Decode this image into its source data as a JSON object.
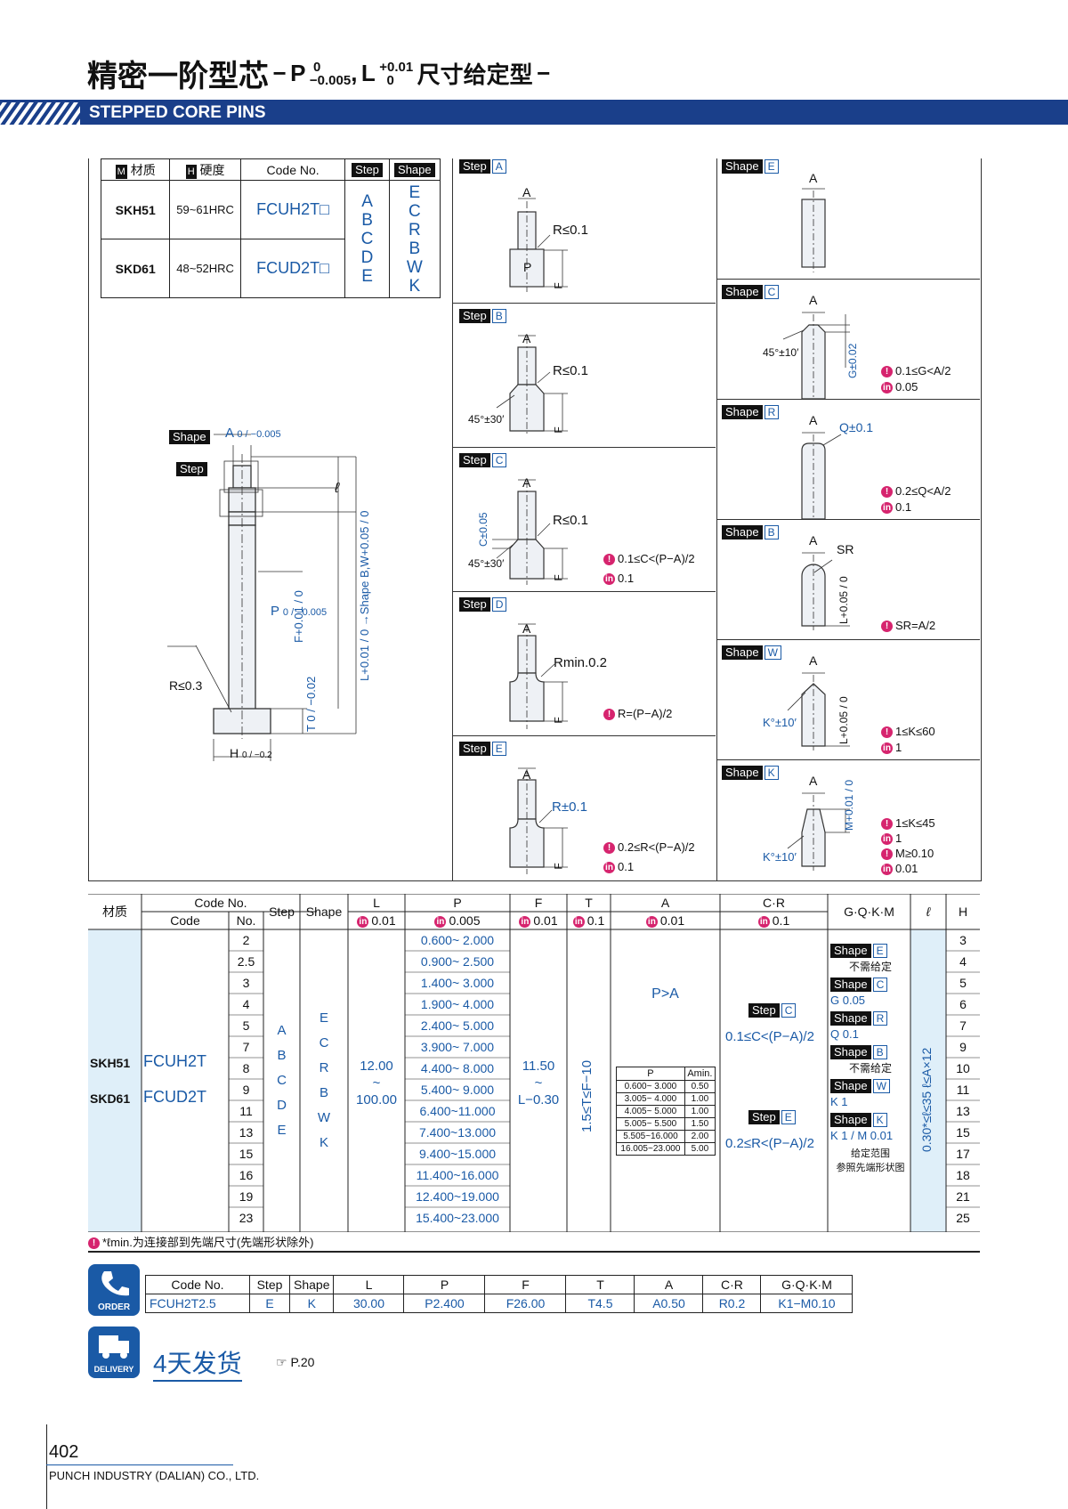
{
  "header": {
    "title_cn": "精密一阶型芯",
    "title_suffix": "尺寸给定型",
    "p_label": "P",
    "p_tol": "0 / −0.005",
    "l_label": "L",
    "l_tol": "+0.01 / 0",
    "subtitle": "STEPPED CORE PINS",
    "accent": "#1a3f8a"
  },
  "material_table": {
    "headers": [
      "材质",
      "硬度",
      "Code No.",
      "Step",
      "Shape"
    ],
    "header_marks": [
      "M",
      "H"
    ],
    "rows": [
      {
        "material": "SKH51",
        "hardness": "59~61HRC",
        "code": "FCUH2T□"
      },
      {
        "material": "SKD61",
        "hardness": "48~52HRC",
        "code": "FCUD2T□"
      }
    ],
    "steps": [
      "A",
      "B",
      "C",
      "D",
      "E"
    ],
    "shapes": [
      "E",
      "C",
      "R",
      "B",
      "W",
      "K"
    ]
  },
  "main_drawing": {
    "shape_tag": "Shape",
    "step_tag": "Step",
    "a_dim": "A",
    "a_tol": "0 / −0.005",
    "l_small": "ℓ",
    "p_dim": "P",
    "p_tol": "0 / −0.005",
    "f_dim": "F+0.01 / 0",
    "l_dim": "L+0.01 / 0 →Shape B,W+0.05 / 0",
    "r_label": "R≤0.3",
    "t_dim": "T 0 / −0.02",
    "h_dim": "H",
    "h_tol": "0 / −0.2"
  },
  "step_panels": [
    {
      "tag": "Step",
      "letter": "A",
      "labels": [
        "A",
        "R≤0.1",
        "P",
        "F"
      ],
      "notes": []
    },
    {
      "tag": "Step",
      "letter": "B",
      "labels": [
        "A",
        "R≤0.1",
        "45°±30′",
        "F"
      ],
      "notes": []
    },
    {
      "tag": "Step",
      "letter": "C",
      "labels": [
        "A",
        "R≤0.1",
        "C±0.05",
        "45°±30′",
        "F"
      ],
      "notes": [
        "0.1≤C<(P−A)/2",
        "0.1"
      ]
    },
    {
      "tag": "Step",
      "letter": "D",
      "labels": [
        "A",
        "Rmin.0.2",
        "F"
      ],
      "notes": [
        "R=(P−A)/2"
      ]
    },
    {
      "tag": "Step",
      "letter": "E",
      "labels": [
        "A",
        "R±0.1",
        "F"
      ],
      "notes": [
        "0.2≤R<(P−A)/2",
        "0.1"
      ]
    }
  ],
  "shape_panels": [
    {
      "tag": "Shape",
      "letter": "E",
      "labels": [
        "A"
      ],
      "notes": []
    },
    {
      "tag": "Shape",
      "letter": "C",
      "labels": [
        "A",
        "45°±10′",
        "G±0.02"
      ],
      "notes": [
        "0.1≤G<A/2",
        "0.05"
      ]
    },
    {
      "tag": "Shape",
      "letter": "R",
      "labels": [
        "A",
        "Q±0.1"
      ],
      "notes": [
        "0.2≤Q<A/2",
        "0.1"
      ]
    },
    {
      "tag": "Shape",
      "letter": "B",
      "labels": [
        "A",
        "SR",
        "L+0.05 / 0"
      ],
      "notes": [
        "SR=A/2"
      ]
    },
    {
      "tag": "Shape",
      "letter": "W",
      "labels": [
        "A",
        "K°±10′",
        "L+0.05 / 0"
      ],
      "notes": [
        "1≤K≤60",
        "1"
      ]
    },
    {
      "tag": "Shape",
      "letter": "K",
      "labels": [
        "A",
        "K°±10′",
        "M+0.01 / 0"
      ],
      "notes": [
        "1≤K≤45",
        "1",
        "M≥0.10",
        "0.01"
      ]
    }
  ],
  "spec_table": {
    "headers": {
      "material": "材质",
      "code_no": "Code No.",
      "code": "Code",
      "no": "No.",
      "step": "Step",
      "shape": "Shape",
      "L": "L",
      "L_unit": "0.01",
      "P": "P",
      "P_unit": "0.005",
      "F": "F",
      "F_unit": "0.01",
      "T": "T",
      "T_unit": "0.1",
      "A": "A",
      "A_unit": "0.01",
      "CR": "C·R",
      "CR_unit": "0.1",
      "GQKM": "G·Q·K·M",
      "l": "ℓ",
      "H": "H"
    },
    "materials": [
      "SKH51",
      "SKD61"
    ],
    "codes": [
      "FCUH2T",
      "FCUD2T"
    ],
    "steps": [
      "A",
      "B",
      "C",
      "D",
      "E"
    ],
    "shapes": [
      "E",
      "C",
      "R",
      "B",
      "W",
      "K"
    ],
    "L_range": [
      "12.00",
      "~",
      "100.00"
    ],
    "F_range": [
      "11.50",
      "~",
      "L−0.30"
    ],
    "T_range": "1.5≤T≤F−10",
    "A_rule": "P>A",
    "l_rule": "0.30*≤ℓ≤35  ℓ≤A×12",
    "rows": [
      {
        "no": "2",
        "p": "0.600~ 2.000",
        "h": "3"
      },
      {
        "no": "2.5",
        "p": "0.900~ 2.500",
        "h": "4"
      },
      {
        "no": "3",
        "p": "1.400~ 3.000",
        "h": "5"
      },
      {
        "no": "4",
        "p": "1.900~ 4.000",
        "h": "6"
      },
      {
        "no": "5",
        "p": "2.400~ 5.000",
        "h": "7"
      },
      {
        "no": "7",
        "p": "3.900~ 7.000",
        "h": "9"
      },
      {
        "no": "8",
        "p": "4.400~ 8.000",
        "h": "10"
      },
      {
        "no": "9",
        "p": "5.400~ 9.000",
        "h": "11"
      },
      {
        "no": "11",
        "p": "6.400~11.000",
        "h": "13"
      },
      {
        "no": "13",
        "p": "7.400~13.000",
        "h": "15"
      },
      {
        "no": "15",
        "p": "9.400~15.000",
        "h": "17"
      },
      {
        "no": "16",
        "p": "11.400~16.000",
        "h": "18"
      },
      {
        "no": "19",
        "p": "12.400~19.000",
        "h": "21"
      },
      {
        "no": "23",
        "p": "15.400~23.000",
        "h": "25"
      }
    ],
    "amin_table": {
      "headers": [
        "P",
        "Amin."
      ],
      "rows": [
        [
          "0.600~ 3.000",
          "0.50"
        ],
        [
          "3.005~ 4.000",
          "1.00"
        ],
        [
          "4.005~ 5.000",
          "1.00"
        ],
        [
          "5.005~ 5.500",
          "1.50"
        ],
        [
          "5.505~16.000",
          "2.00"
        ],
        [
          "16.005~23.000",
          "5.00"
        ]
      ]
    },
    "cr": {
      "stepC_tag": "Step",
      "stepC_letter": "C",
      "stepC_rule": "0.1≤C<(P−A)/2",
      "stepE_tag": "Step",
      "stepE_letter": "E",
      "stepE_rule": "0.2≤R<(P−A)/2"
    },
    "gqkm": [
      {
        "letter": "E",
        "text": "不需给定"
      },
      {
        "letter": "C",
        "text": "G 0.05"
      },
      {
        "letter": "R",
        "text": "Q 0.1"
      },
      {
        "letter": "B",
        "text": "不需给定"
      },
      {
        "letter": "W",
        "text": "K 1"
      },
      {
        "letter": "K",
        "text": "K 1 / M 0.01"
      }
    ],
    "gqkm_footer": [
      "给定范围",
      "参照先端形状图"
    ],
    "footnote": "*ℓmin.为连接部到先端尺寸(先端形状除外)"
  },
  "order": {
    "icon_label": "ORDER",
    "headers": [
      "Code No.",
      "Step",
      "Shape",
      "L",
      "P",
      "F",
      "T",
      "A",
      "C·R",
      "G·Q·K·M"
    ],
    "values": [
      "FCUH2T2.5",
      "E",
      "K",
      "30.00",
      "P2.400",
      "F26.00",
      "T4.5",
      "A0.50",
      "R0.2",
      "K1−M0.10"
    ]
  },
  "delivery": {
    "icon_label": "DELIVERY",
    "days": "4天发货",
    "ref": "☞ P.20"
  },
  "footer": {
    "page": "402",
    "company": "PUNCH INDUSTRY (DALIAN) CO., LTD."
  }
}
